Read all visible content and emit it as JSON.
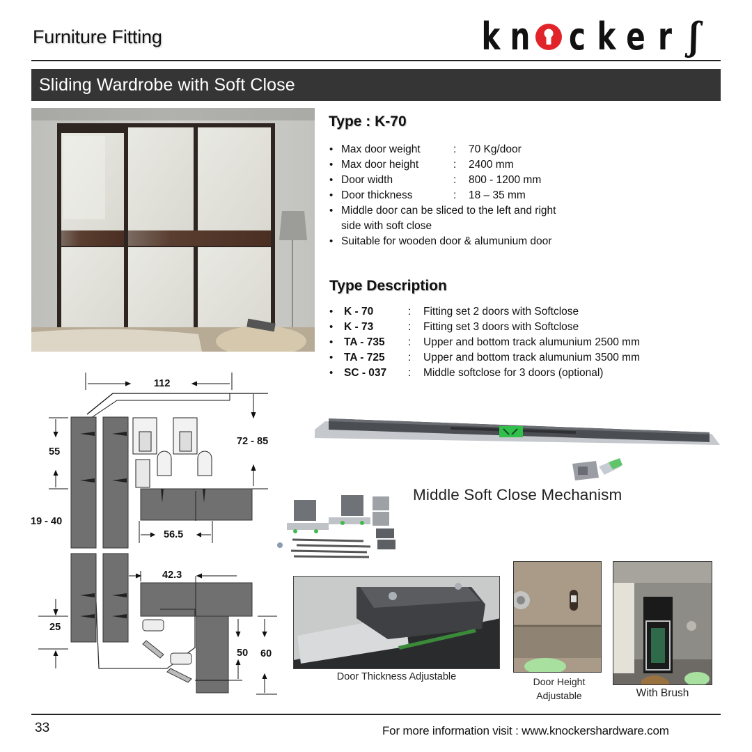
{
  "header": {
    "title": "Furniture Fitting",
    "logo": {
      "text": "knockers",
      "letters": [
        "k",
        "n",
        "o",
        "c",
        "k",
        "e",
        "r",
        "s"
      ],
      "accent_color": "#e0242a",
      "icon": "keyhole-icon"
    }
  },
  "section": {
    "title": "Sliding Wardrobe with Soft Close",
    "bar_color": "#353535"
  },
  "product_photo": {
    "subject": "sliding-wardrobe-three-doors"
  },
  "specs": {
    "title": "Type : K-70",
    "items": [
      {
        "label": "Max door weight",
        "value": "70 Kg/door"
      },
      {
        "label": "Max door height",
        "value": "2400 mm"
      },
      {
        "label": "Door width",
        "value": "800 - 1200 mm"
      },
      {
        "label": "Door thickness",
        "value": "18 – 35 mm"
      }
    ],
    "notes": [
      "Middle door can be sliced to the left and right",
      "side with soft close",
      "Suitable for wooden door & alumunium door"
    ]
  },
  "type_description": {
    "title": "Type Description",
    "items": [
      {
        "code": "K - 70",
        "desc": "Fitting set 2 doors with Softclose"
      },
      {
        "code": "K - 73",
        "desc": "Fitting set 3 doors with Softclose"
      },
      {
        "code": "TA - 735",
        "desc": "Upper and bottom track alumunium 2500 mm"
      },
      {
        "code": "TA - 725",
        "desc": "Upper and bottom track alumunium 3500 mm"
      },
      {
        "code": "SC - 037",
        "desc": "Middle softclose for 3 doors (optional)"
      }
    ]
  },
  "diagram": {
    "dimensions": {
      "top_width": "112",
      "top_height": "72 - 85",
      "screw_spacing_top": "55",
      "door_thickness": "19 - 40",
      "track_offset": "56.5",
      "bottom_offset": "42.3",
      "screw_spacing_bottom": "25",
      "bottom_inner_height": "50",
      "bottom_outer_height": "60"
    }
  },
  "mechanism": {
    "caption": "Middle Soft Close Mechanism"
  },
  "feature_photos": [
    {
      "caption": "Door Thickness Adjustable"
    },
    {
      "caption_line1": "Door Height",
      "caption_line2": "Adjustable"
    },
    {
      "caption": "With Brush"
    }
  ],
  "footer": {
    "page_number": "33",
    "info_text": "For more information visit : www.knockershardware.com"
  }
}
